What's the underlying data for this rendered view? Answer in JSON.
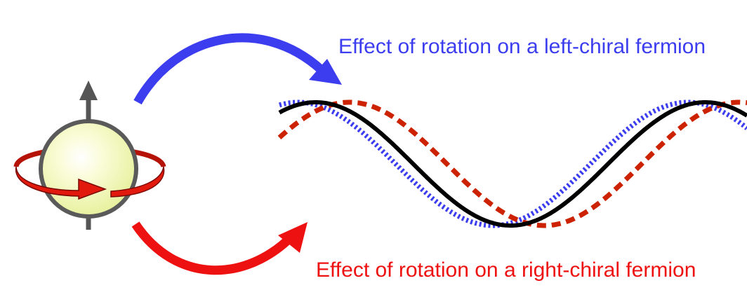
{
  "captions": {
    "left_chiral": "Effect of rotation on a left-chiral fermion",
    "right_chiral": "Effect of rotation on a right-chiral fermion"
  },
  "colors": {
    "left_chiral": "#3d3df0",
    "right_chiral": "#ee1111",
    "right_wave": "#cc2200",
    "reference_wave": "#000000",
    "spin_axis": "#555555",
    "sphere_fill": "#eef5a8",
    "sphere_outline": "#5a5a5a",
    "rotation_ring": "#e21a0e",
    "background": "#ffffff"
  },
  "icons": {
    "particle": "spinning-sphere-icon",
    "spin_axis": "arrow-up-icon",
    "rotation": "circular-arrow-icon"
  },
  "waves": [
    {
      "id": "reference",
      "style": "solid",
      "color_key": "reference_wave"
    },
    {
      "id": "left-chiral",
      "style": "dotted",
      "color_key": "left_chiral"
    },
    {
      "id": "right-chiral",
      "style": "dashed",
      "color_key": "right_wave"
    }
  ]
}
